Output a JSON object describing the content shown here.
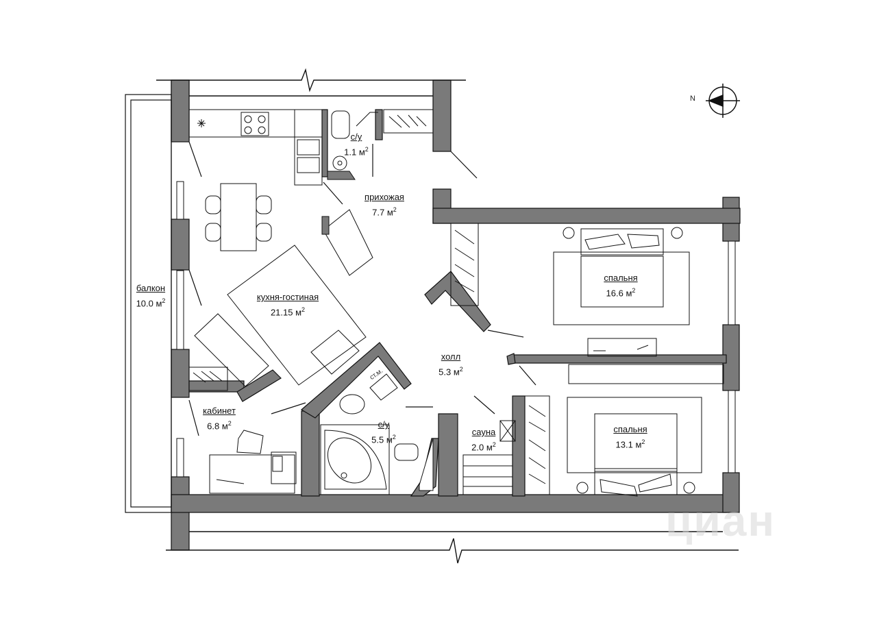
{
  "compass": {
    "north_label": "N"
  },
  "watermark": {
    "text": "циан"
  },
  "fixtures": {
    "storage_label": "ст.м."
  },
  "rooms": [
    {
      "id": "kitchen",
      "name": "кухня-гостиная",
      "area": "21.15 м",
      "exp": "2"
    },
    {
      "id": "hall",
      "name": "прихожая",
      "area": "7.7 м",
      "exp": "2"
    },
    {
      "id": "wc-small",
      "name": "с/у",
      "area": "1.1 м",
      "exp": "2"
    },
    {
      "id": "balcony",
      "name": "балкон",
      "area": "10.0 м",
      "exp": "2"
    },
    {
      "id": "bedroom-1",
      "name": "спальня",
      "area": "16.6 м",
      "exp": "2"
    },
    {
      "id": "corridor",
      "name": "холл",
      "area": "5.3 м",
      "exp": "2"
    },
    {
      "id": "study",
      "name": "кабинет",
      "area": "6.8 м",
      "exp": "2"
    },
    {
      "id": "bathroom",
      "name": "с/у",
      "area": "5.5 м",
      "exp": "2"
    },
    {
      "id": "sauna",
      "name": "сауна",
      "area": "2.0 м",
      "exp": "2"
    },
    {
      "id": "bedroom-2",
      "name": "спальня",
      "area": "13.1 м",
      "exp": "2"
    }
  ]
}
